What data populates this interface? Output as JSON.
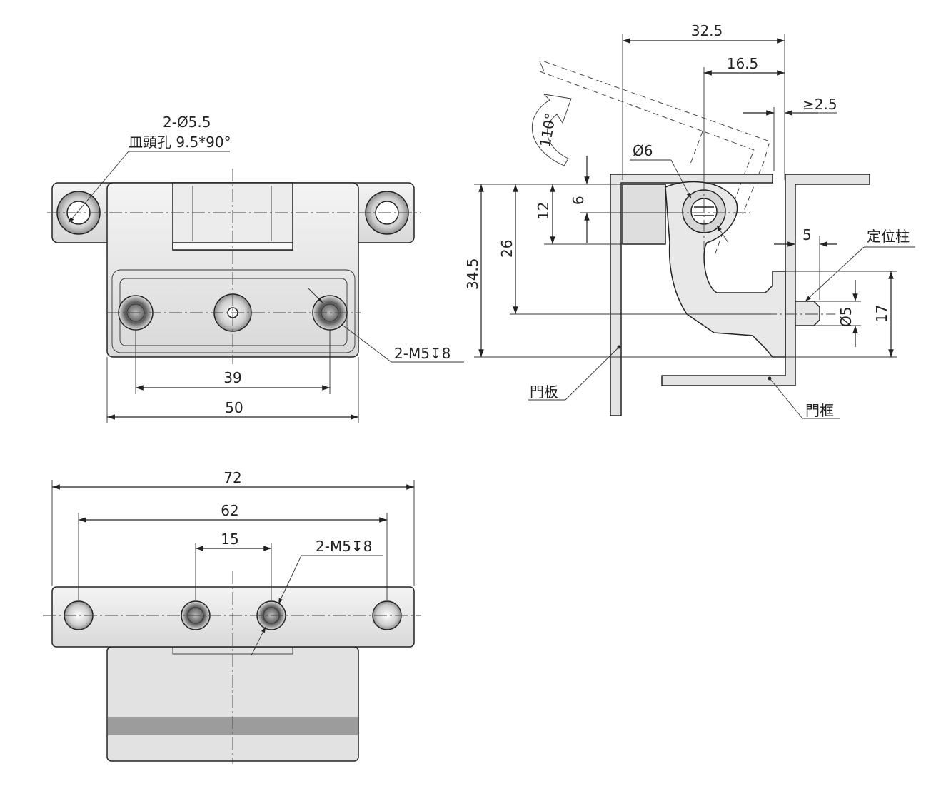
{
  "colors": {
    "line": "#222222",
    "part_fill": "#e6e6e6",
    "part_light": "#f2f2f2",
    "part_band": "#9c9c9c"
  },
  "top_view": {
    "hole_callout": {
      "line1": "2-Ø5.5",
      "line2": "皿頭孔 9.5*90°"
    },
    "tap_callout": "2-M5↧8",
    "dim_39": "39",
    "dim_50": "50"
  },
  "side_view": {
    "dim_32_5": "32.5",
    "dim_16_5": "16.5",
    "dim_2_5": "≥2.5",
    "dim_phi6": "Ø6",
    "dim_6": "6",
    "dim_12": "12",
    "dim_26": "26",
    "dim_34_5": "34.5",
    "dim_5": "5",
    "dim_phi5": "Ø5",
    "dim_17": "17",
    "angle": "110°",
    "label_pin": "定位柱",
    "label_door": "門板",
    "label_frame": "門框"
  },
  "front_view": {
    "dim_72": "72",
    "dim_62": "62",
    "dim_15": "15",
    "tap_callout": "2-M5↧8"
  }
}
